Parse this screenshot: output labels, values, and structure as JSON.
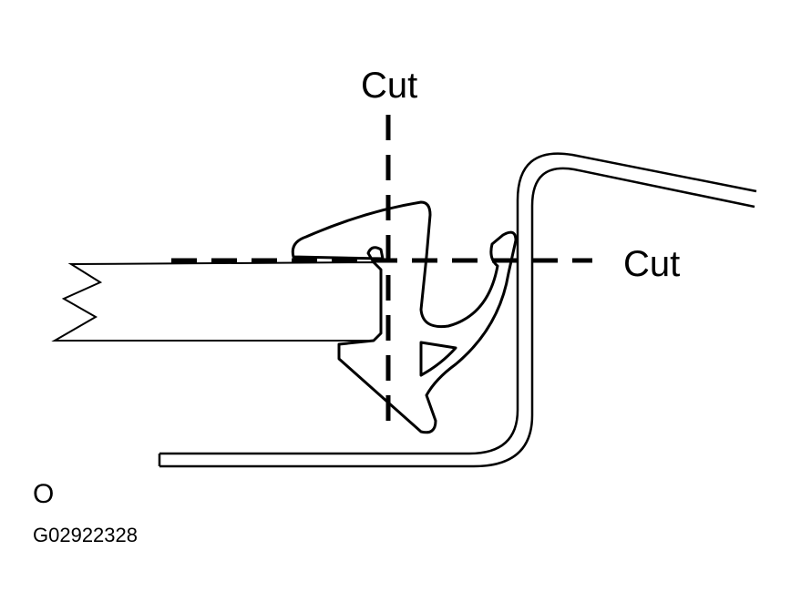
{
  "labels": {
    "cut_vertical": "Cut",
    "cut_horizontal": "Cut",
    "corner_mark": "O",
    "figure_code": "G02922328"
  },
  "colors": {
    "stroke": "#000000",
    "background": "#ffffff"
  }
}
